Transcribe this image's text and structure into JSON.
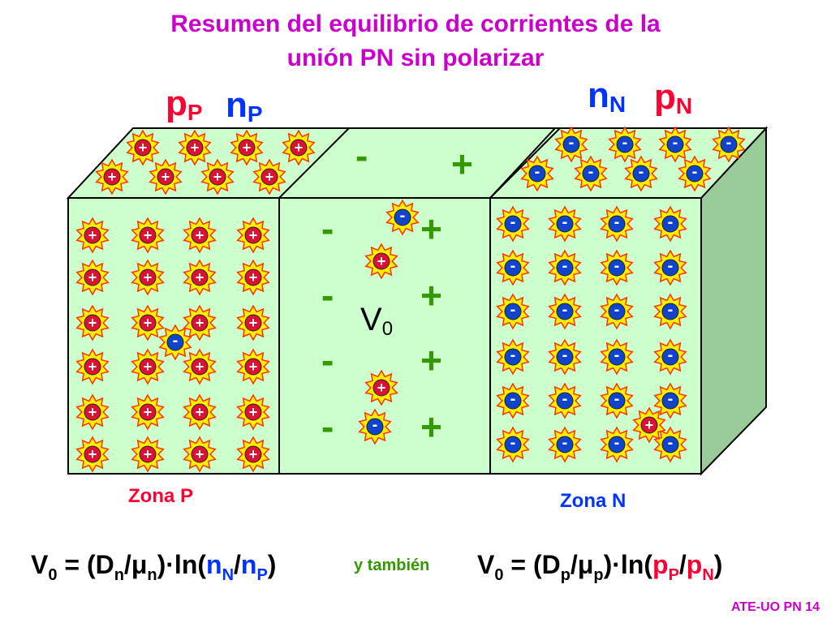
{
  "title": {
    "line1": "Resumen del equilibrio de corrientes de la",
    "line2": "unión PN sin polarizar"
  },
  "carriers": {
    "pP": {
      "main": "p",
      "sub": "P"
    },
    "nP": {
      "main": "n",
      "sub": "P"
    },
    "nN": {
      "main": "n",
      "sub": "N"
    },
    "pN": {
      "main": "p",
      "sub": "N"
    }
  },
  "zones": {
    "p": "Zona P",
    "n": "Zona N"
  },
  "depletion": {
    "minus": "-",
    "plus": "+",
    "v_main": "V",
    "v_sub": "0"
  },
  "charges": {
    "positive": "+",
    "negative": "-"
  },
  "formula1": {
    "v": "V",
    "v_sub": "0",
    "eq": " = (D",
    "d_sub": "n",
    "slash": "/",
    "mu": "μ",
    "mu_sub": "n",
    "ln": ")·ln(",
    "num": "n",
    "num_sub": "N",
    "den": "n",
    "den_sub": "P",
    "close": ")"
  },
  "connector": "y también",
  "formula2": {
    "v": "V",
    "v_sub": "0",
    "eq": " = (D",
    "d_sub": "p",
    "slash": "/",
    "mu": "μ",
    "mu_sub": "p",
    "ln": ")·ln(",
    "num": "p",
    "num_sub": "P",
    "den": "p",
    "den_sub": "N",
    "close": ")"
  },
  "footer": "ATE-UO PN 14",
  "colors": {
    "title": "#cc00cc",
    "hole": "#ff0033",
    "electron": "#0033ff",
    "block_face": "#ccffcc",
    "block_side": "#99cc99",
    "depletion_sign": "#339900",
    "star_fill": "#ffee00",
    "star_edge": "#ff3300"
  },
  "icons": {
    "hole": "hole-star-plus-icon",
    "electron": "electron-star-minus-icon"
  }
}
